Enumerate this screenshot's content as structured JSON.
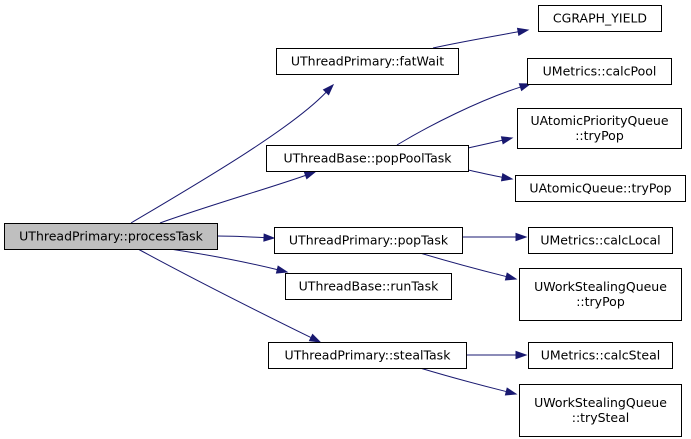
{
  "graph": {
    "colors": {
      "edge": "#191970",
      "root_fill": "#bfbfbf",
      "node_fill": "#ffffff",
      "border": "#000000"
    },
    "nodes": [
      {
        "id": "processTask",
        "lines": [
          "UThreadPrimary::processTask"
        ],
        "root": true
      },
      {
        "id": "fatWait",
        "lines": [
          "UThreadPrimary::fatWait"
        ]
      },
      {
        "id": "cgraphYield",
        "lines": [
          "CGRAPH_YIELD"
        ]
      },
      {
        "id": "popPoolTask",
        "lines": [
          "UThreadBase::popPoolTask"
        ]
      },
      {
        "id": "calcPool",
        "lines": [
          "UMetrics::calcPool"
        ]
      },
      {
        "id": "apqTryPop",
        "lines": [
          "UAtomicPriorityQueue",
          "::tryPop"
        ]
      },
      {
        "id": "aqTryPop",
        "lines": [
          "UAtomicQueue::tryPop"
        ]
      },
      {
        "id": "popTask",
        "lines": [
          "UThreadPrimary::popTask"
        ]
      },
      {
        "id": "calcLocal",
        "lines": [
          "UMetrics::calcLocal"
        ]
      },
      {
        "id": "wsqTryPop",
        "lines": [
          "UWorkStealingQueue",
          "::tryPop"
        ]
      },
      {
        "id": "runTask",
        "lines": [
          "UThreadBase::runTask"
        ]
      },
      {
        "id": "stealTask",
        "lines": [
          "UThreadPrimary::stealTask"
        ]
      },
      {
        "id": "calcSteal",
        "lines": [
          "UMetrics::calcSteal"
        ]
      },
      {
        "id": "wsqTrySteal",
        "lines": [
          "UWorkStealingQueue",
          "::trySteal"
        ]
      }
    ],
    "edges": [
      {
        "from": "processTask",
        "to": "fatWait"
      },
      {
        "from": "processTask",
        "to": "popPoolTask"
      },
      {
        "from": "processTask",
        "to": "popTask"
      },
      {
        "from": "processTask",
        "to": "runTask"
      },
      {
        "from": "processTask",
        "to": "stealTask"
      },
      {
        "from": "fatWait",
        "to": "cgraphYield"
      },
      {
        "from": "popPoolTask",
        "to": "calcPool"
      },
      {
        "from": "popPoolTask",
        "to": "apqTryPop"
      },
      {
        "from": "popPoolTask",
        "to": "aqTryPop"
      },
      {
        "from": "popTask",
        "to": "calcLocal"
      },
      {
        "from": "popTask",
        "to": "wsqTryPop"
      },
      {
        "from": "stealTask",
        "to": "calcSteal"
      },
      {
        "from": "stealTask",
        "to": "wsqTrySteal"
      }
    ]
  }
}
